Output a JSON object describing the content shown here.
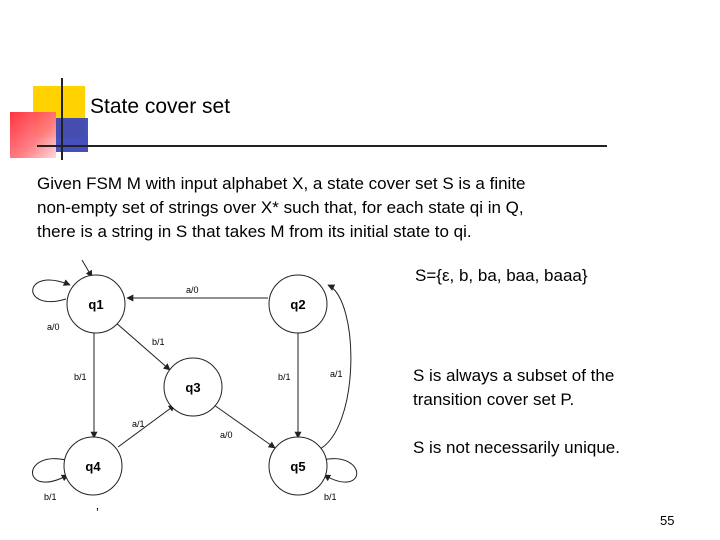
{
  "slide": {
    "title": "State cover set",
    "intro_lines": [
      "Given FSM M with input alphabet X, a state cover set S is a finite",
      "non-empty set of strings over X* such that, for each state  qi in Q,",
      "there is a string in S that takes M from its initial state to qi."
    ],
    "s_set": "S={ε, b, ba, baa, baaa}",
    "note1_lines": [
      "S is always a subset of the",
      "transition cover set P."
    ],
    "note2": "S is not necessarily unique.",
    "page_number": "55",
    "stray_mark": "’"
  },
  "decoration_colors": {
    "yellow": "#ffd200",
    "red": "#ff2a35",
    "blue": "#3b47b8"
  },
  "fsm": {
    "states": {
      "q1": "q1",
      "q2": "q2",
      "q3": "q3",
      "q4": "q4",
      "q5": "q5"
    },
    "edges": {
      "q1_self": "a/0",
      "q2_q1": "a/0",
      "q1_q3": "b/1",
      "q1_q4": "b/1",
      "q2_q5": "b/1",
      "q5_q2": "a/1",
      "q4_q3": "a/1",
      "q3_q5": "a/0",
      "q4_self": "b/1",
      "q5_self": "b/1"
    }
  }
}
